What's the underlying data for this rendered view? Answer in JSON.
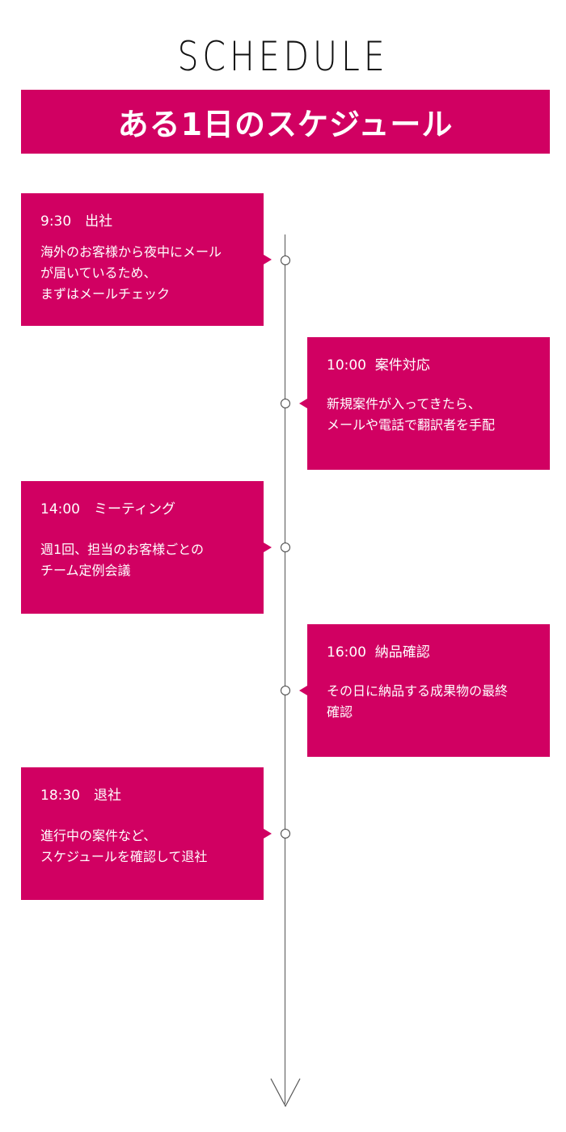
{
  "header": {
    "title": "SCHEDULE",
    "banner": "ある1日のスケジュール"
  },
  "colors": {
    "accent": "#d10062",
    "line": "#555555",
    "title": "#111111"
  },
  "schedule": [
    {
      "time": "9:30　出社",
      "description": "海外のお客様から夜中にメール\nが届いているため、\nまずはメールチェック"
    },
    {
      "time": "10:00  案件対応",
      "description": "新規案件が入ってきたら、\nメールや電話で翻訳者を手配"
    },
    {
      "time": "14:00　ミーティング",
      "description": "週1回、担当のお客様ごとの\nチーム定例会議"
    },
    {
      "time": "16:00  納品確認",
      "description": "その日に納品する成果物の最終\n確認"
    },
    {
      "time": "18:30　退社",
      "description": "進行中の案件など、\nスケジュールを確認して退社"
    }
  ]
}
